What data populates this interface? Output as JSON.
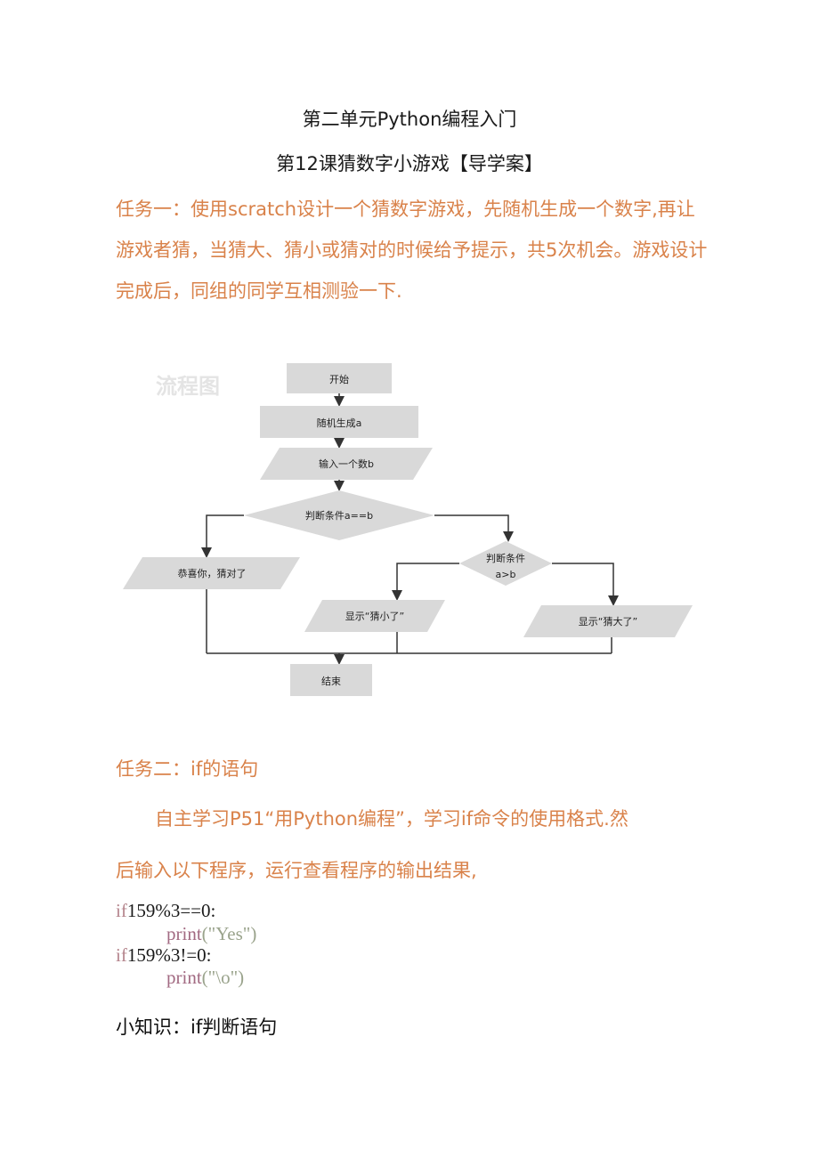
{
  "title_line1": "第二单元Python编程入门",
  "title_line2": "第12课猜数字小游戏【导学案】",
  "task1": {
    "text": "任务一：使用scratch设计一个猜数字游戏，先随机生成一个数字,再让游戏者猜，当猜大、猜小或猜对的时候给予提示，共5次机会。游戏设计完成后，同组的同学互相测验一下."
  },
  "flowchart": {
    "watermark": "流程图",
    "start": "开始",
    "gen": "随机生成a",
    "input": "输入一个数b",
    "cond1": "判断条件a==b",
    "correct": "恭喜你，猜对了",
    "cond2_line1": "判断条件",
    "cond2_line2": "a>b",
    "small": "显示“猜小了”",
    "big": "显示“猜大了”",
    "end": "结束"
  },
  "task2": {
    "heading": "任务二：if的语句",
    "line1": "自主学习P51“用Python编程”，学习if命令的使用格式.然",
    "line2": "后输入以下程序，运行查看程序的输出结果,"
  },
  "code": {
    "l1_kw": "if",
    "l1_rest": "159%3==0:",
    "l2_fn": "print",
    "l2_arg": "(\"Yes\")",
    "l3_kw": "if",
    "l3_rest": "159%3!=0:",
    "l4_fn": "print",
    "l4_arg": "(\"\\o\")"
  },
  "tip": "小知识：if判断语句"
}
